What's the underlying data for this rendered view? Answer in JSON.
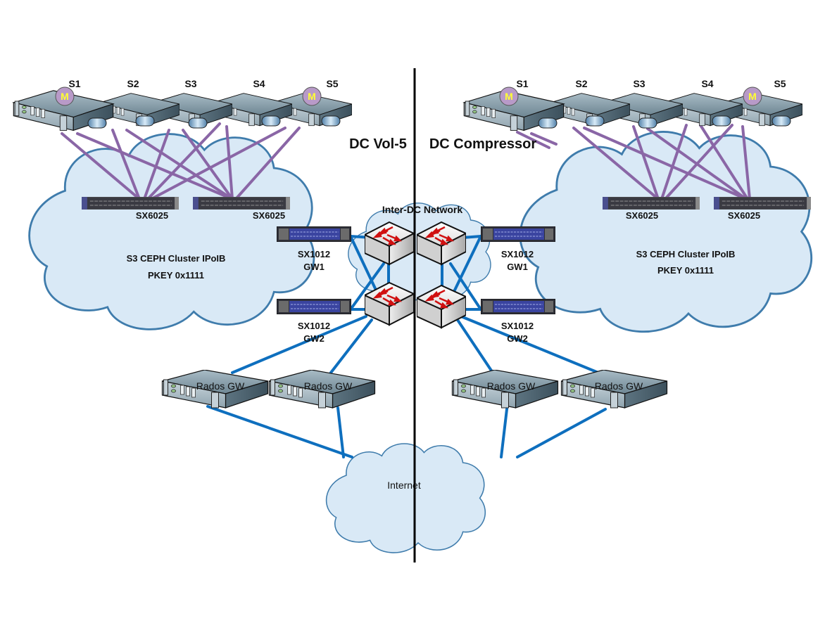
{
  "title_left": "DC Vol-5",
  "title_right": "DC Compressor",
  "inter_dc": {
    "label": "Inter-DC Network"
  },
  "internet": {
    "label": "Internet"
  },
  "datacenters": [
    {
      "name": "DC Vol-5",
      "cluster_label": "S3 CEPH Cluster IPoIB",
      "pkey_label": "PKEY 0x1111",
      "servers": [
        {
          "label": "S1",
          "monitor": "M"
        },
        {
          "label": "S2",
          "monitor": ""
        },
        {
          "label": "S3",
          "monitor": ""
        },
        {
          "label": "S4",
          "monitor": ""
        },
        {
          "label": "S5",
          "monitor": "M"
        }
      ],
      "ib_switches": [
        "SX6025",
        "SX6025"
      ],
      "gateways": [
        {
          "model": "SX1012",
          "name": "GW1"
        },
        {
          "model": "SX1012",
          "name": "GW2"
        }
      ],
      "rados": [
        "Rados GW",
        "Rados GW"
      ]
    },
    {
      "name": "DC Compressor",
      "cluster_label": "S3 CEPH Cluster IPoIB",
      "pkey_label": "PKEY 0x1111",
      "servers": [
        {
          "label": "S1",
          "monitor": "M"
        },
        {
          "label": "S2",
          "monitor": ""
        },
        {
          "label": "S3",
          "monitor": ""
        },
        {
          "label": "S4",
          "monitor": ""
        },
        {
          "label": "S5",
          "monitor": "M"
        }
      ],
      "ib_switches": [
        "SX6025",
        "SX6025"
      ],
      "gateways": [
        {
          "model": "SX1012",
          "name": "GW1"
        },
        {
          "model": "SX1012",
          "name": "GW2"
        }
      ],
      "rados": [
        "Rados GW",
        "Rados GW"
      ]
    }
  ],
  "colors": {
    "cloud_fill": "#d9e9f6",
    "cloud_stroke": "#3f7cac",
    "infiniband_link": "#8a66a6",
    "ethernet_link": "#0e6fbe",
    "monitor_badge": "#b89ac8",
    "monitor_text": "#ffff33",
    "router_arrow": "#d01010"
  }
}
